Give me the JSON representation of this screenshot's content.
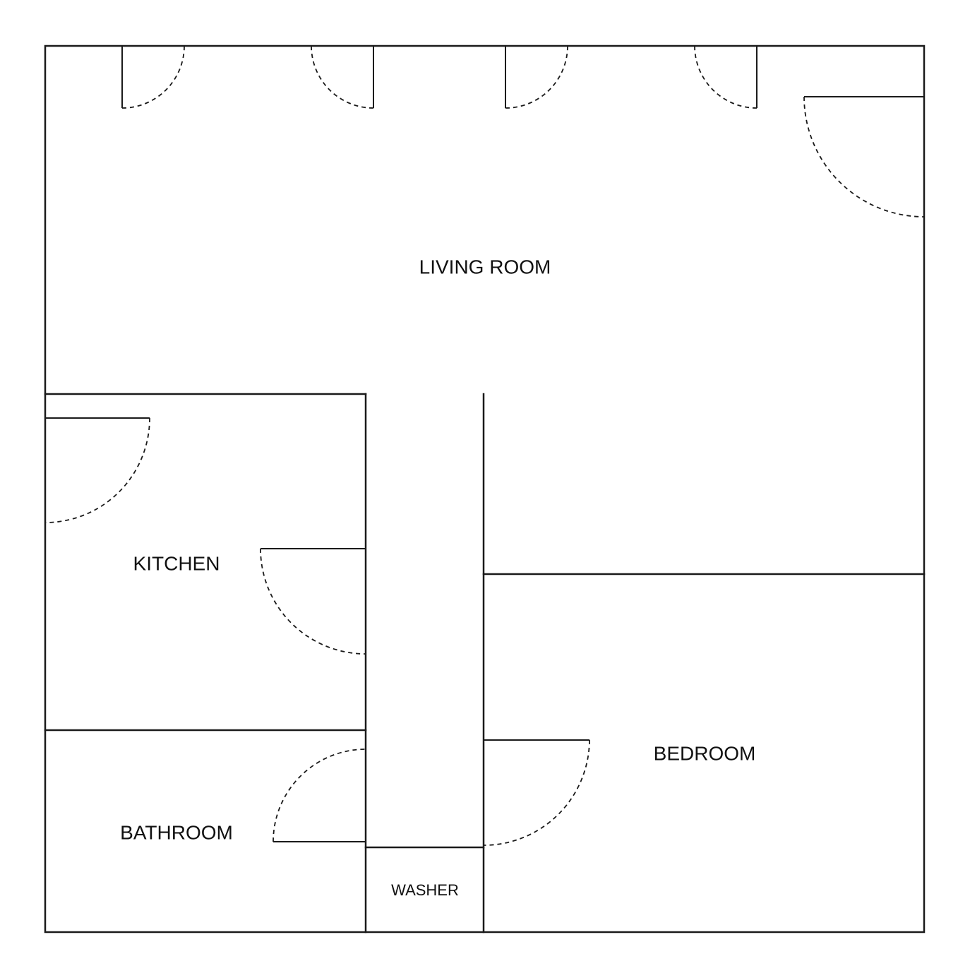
{
  "rooms": {
    "living_room": "LIVING ROOM",
    "kitchen": "KITCHEN",
    "bathroom": "BATHROOM",
    "washer": "WASHER",
    "bedroom": "BEDROOM"
  },
  "colors": {
    "background": "#ffffff",
    "lines": "#1a1a1a",
    "text": "#111111"
  }
}
